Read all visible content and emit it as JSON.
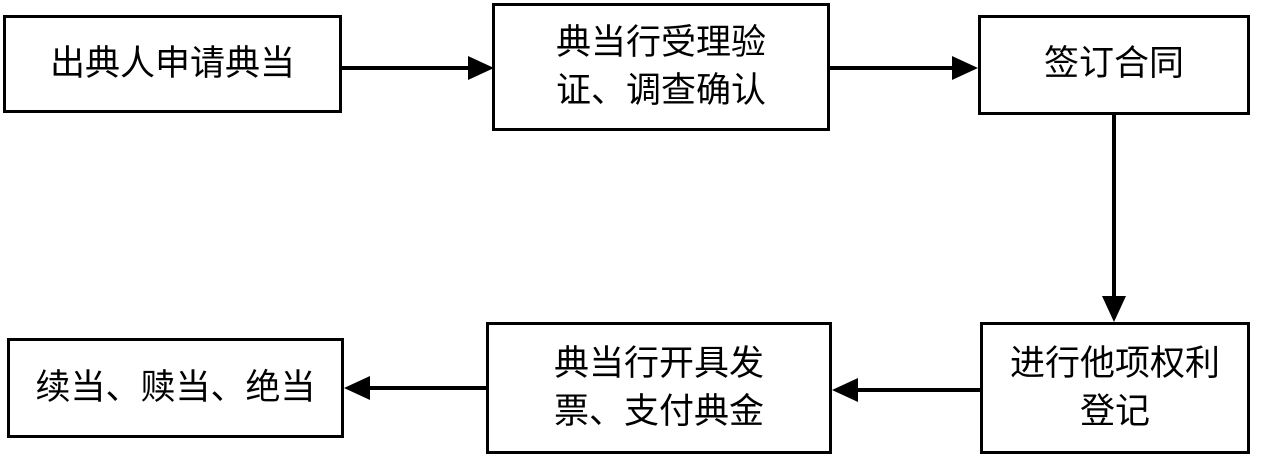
{
  "diagram": {
    "nodes": [
      {
        "id": "apply",
        "lines": [
          "出典人申请典当"
        ]
      },
      {
        "id": "verify",
        "lines": [
          "典当行受理验",
          "证、调查确认"
        ]
      },
      {
        "id": "contract",
        "lines": [
          "签订合同"
        ]
      },
      {
        "id": "register",
        "lines": [
          "进行他项权利",
          "登记"
        ]
      },
      {
        "id": "invoice",
        "lines": [
          "典当行开具发",
          "票、支付典金"
        ]
      },
      {
        "id": "outcome",
        "lines": [
          "续当、赎当、绝当"
        ]
      }
    ],
    "edges": [
      {
        "from": "apply",
        "to": "verify"
      },
      {
        "from": "verify",
        "to": "contract"
      },
      {
        "from": "contract",
        "to": "register"
      },
      {
        "from": "register",
        "to": "invoice"
      },
      {
        "from": "invoice",
        "to": "outcome"
      }
    ]
  }
}
